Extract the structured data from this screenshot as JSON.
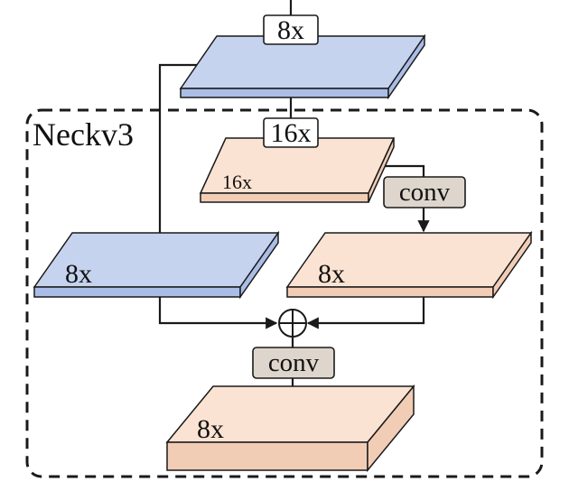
{
  "diagram": {
    "group_label": "Neckv3",
    "labels": {
      "input_scale": "8x",
      "mid_scale": "16x",
      "mid_plate": "16x",
      "conv_top": "conv",
      "left_plate": "8x",
      "right_plate": "8x",
      "conv_bottom": "conv",
      "output_plate": "8x"
    },
    "colors": {
      "blue_top": "#c5d3ef",
      "blue_side": "#a9bde6",
      "peach_top": "#fbe3d3",
      "peach_side": "#f2cdb6",
      "conv_fill": "#ded6cd",
      "stroke": "#1a1a1a"
    },
    "icons": [
      "plus-circle-icon"
    ]
  }
}
